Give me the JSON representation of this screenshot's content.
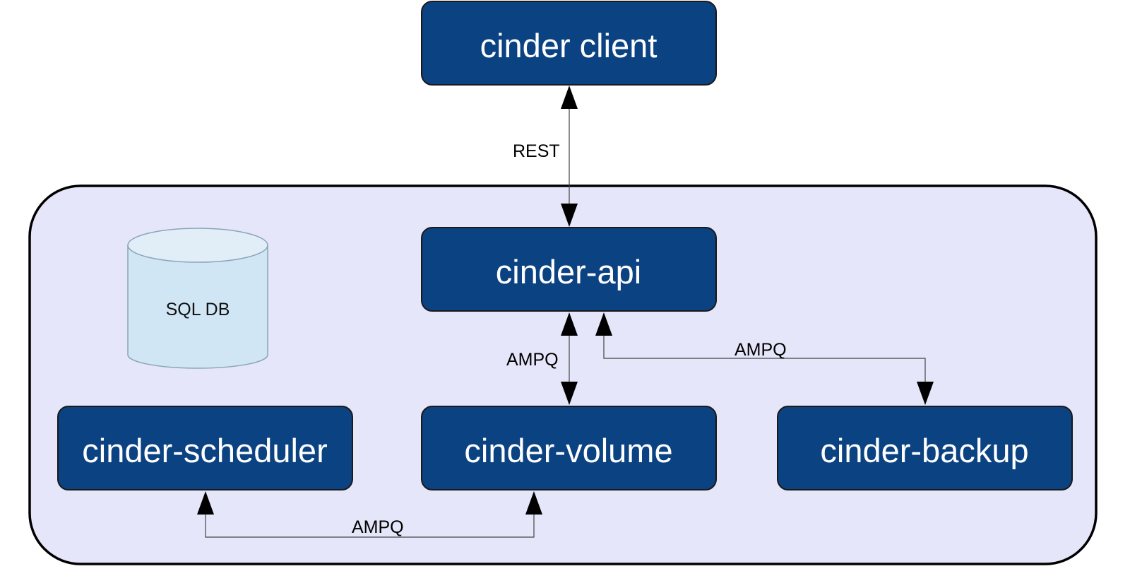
{
  "diagram": {
    "colors": {
      "node_fill": "#0b4282",
      "node_text": "#ffffff",
      "container_fill": "#e6e6fa",
      "container_stroke": "#000000",
      "db_fill": "#d0e6f4",
      "db_top_fill": "#e2eef7",
      "db_stroke": "#8aa4b8",
      "connector": "#444444"
    },
    "nodes": {
      "client": "cinder client",
      "api": "cinder-api",
      "scheduler": "cinder-scheduler",
      "volume": "cinder-volume",
      "backup": "cinder-backup"
    },
    "database": {
      "label": "SQL DB"
    },
    "edges": [
      {
        "from": "cinder client",
        "to": "cinder-api",
        "label": "REST",
        "direction": "both"
      },
      {
        "from": "cinder-api",
        "to": "cinder-volume",
        "label": "AMPQ",
        "direction": "both"
      },
      {
        "from": "cinder-api",
        "to": "cinder-backup",
        "label": "AMPQ",
        "direction": "both"
      },
      {
        "from": "cinder-scheduler",
        "to": "cinder-volume",
        "label": "AMPQ",
        "direction": "both"
      }
    ]
  }
}
